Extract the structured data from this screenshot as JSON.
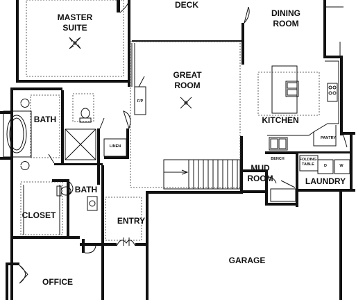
{
  "rooms": {
    "deck": "DECK",
    "master_suite": [
      "MASTER",
      "SUITE"
    ],
    "dining_room": [
      "DINING",
      "ROOM"
    ],
    "great_room": [
      "GREAT",
      "ROOM"
    ],
    "kitchen": "KITCHEN",
    "bath_master": "BATH",
    "bath_hall": "BATH",
    "closet": "CLOSET",
    "entry": "ENTRY",
    "mud_room": [
      "MUD",
      "ROOM"
    ],
    "laundry": "LAUNDRY",
    "garage": "GARAGE",
    "office": "OFFICE"
  },
  "fixtures": {
    "fireplace": "F/P",
    "linen": "LINEN",
    "pantry": "PANTRY",
    "bench": "BENCH",
    "folding_table": [
      "FOLDING",
      "TABLE"
    ],
    "washer": "W",
    "dryer": "D"
  }
}
